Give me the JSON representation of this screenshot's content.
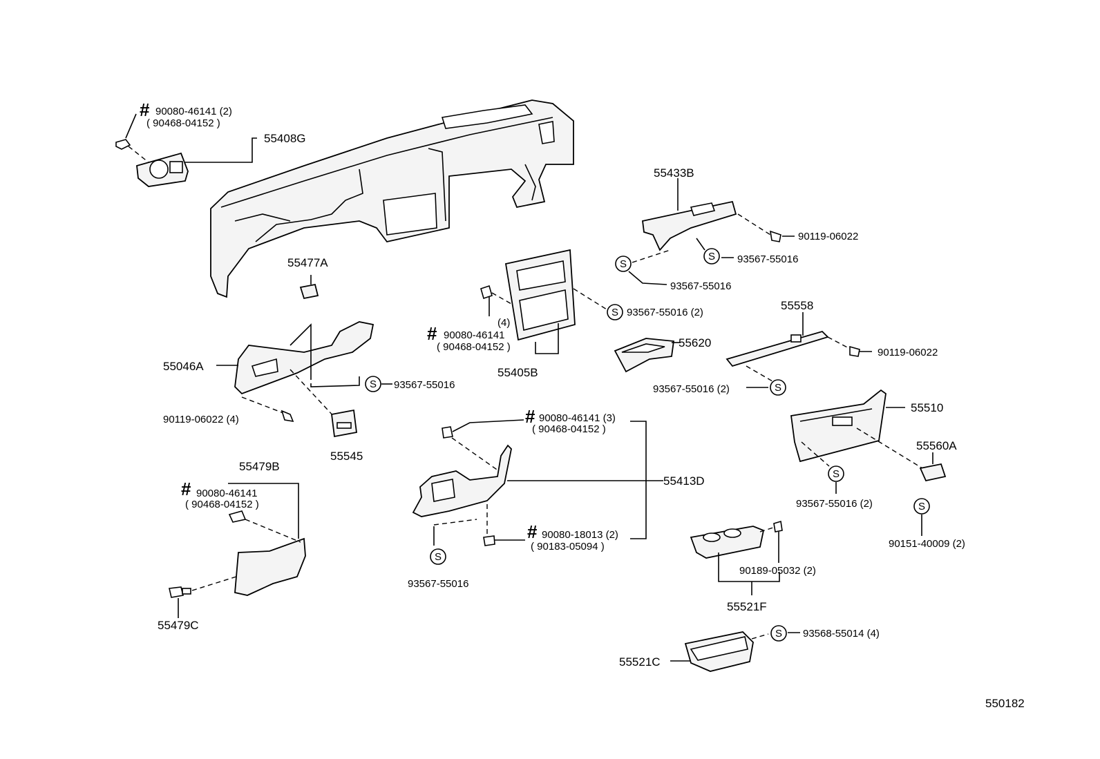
{
  "diagram_id": "550182",
  "part_numbers": {
    "p55408G": "55408G",
    "p55433B": "55433B",
    "p55477A": "55477A",
    "p55046A": "55046A",
    "p55545": "55545",
    "p55405B": "55405B",
    "p55620": "55620",
    "p55558": "55558",
    "p55510": "55510",
    "p55560A": "55560A",
    "p55479B": "55479B",
    "p55479C": "55479C",
    "p55413D": "55413D",
    "p55521F": "55521F",
    "p55521C": "55521C"
  },
  "fasteners": {
    "f1": "90080-46141 (2)",
    "f1b": "( 90468-04152 )",
    "f2": "90119-06022",
    "f3": "93567-55016",
    "f4": "93567-55016",
    "f5": "93567-55016 (2)",
    "f6": "90080-46141",
    "f6q": "(4)",
    "f6b": "( 90468-04152 )",
    "f7": "93567-55016 (2)",
    "f8": "90119-06022",
    "f9": "93567-55016",
    "f10": "90119-06022 (4)",
    "f11": "90080-46141 (3)",
    "f11b": "( 90468-04152 )",
    "f12": "90080-46141",
    "f12b": "( 90468-04152 )",
    "f13": "90080-18013 (2)",
    "f13b": "( 90183-05094 )",
    "f14": "93567-55016",
    "f15": "93567-55016 (2)",
    "f16": "90151-40009 (2)",
    "f17": "90189-05032 (2)",
    "f18": "93568-55014 (4)"
  },
  "symbols": {
    "hash": "#",
    "s": "S"
  }
}
